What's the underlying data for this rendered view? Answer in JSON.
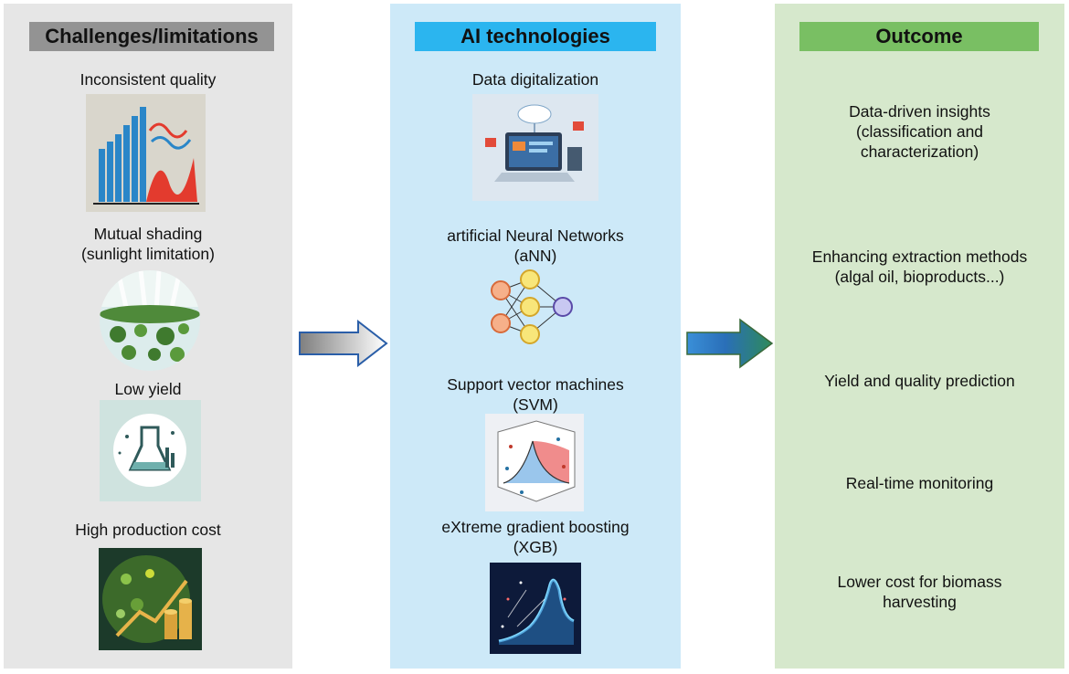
{
  "challenges": {
    "title": "Challenges/limitations",
    "items": [
      {
        "label": "Inconsistent quality"
      },
      {
        "label": "Mutual shading\n(sunlight limitation)"
      },
      {
        "label": "Low yield"
      },
      {
        "label": "High production cost"
      }
    ]
  },
  "ai": {
    "title": "AI technologies",
    "items": [
      {
        "label": "Data digitalization"
      },
      {
        "label": "artificial Neural Networks\n(aNN)"
      },
      {
        "label": "Support vector machines\n(SVM)"
      },
      {
        "label": "eXtreme gradient boosting\n(XGB)"
      }
    ]
  },
  "outcome": {
    "title": "Outcome",
    "items": [
      {
        "label": "Data-driven insights\n(classification and\ncharacterization)"
      },
      {
        "label": "Enhancing extraction methods\n(algal oil, bioproducts...)"
      },
      {
        "label": "Yield and quality prediction"
      },
      {
        "label": "Real-time monitoring"
      },
      {
        "label": "Lower cost for biomass\nharvesting"
      }
    ]
  },
  "colors": {
    "panel_left": "#e6e6e6",
    "panel_mid": "#cde9f8",
    "panel_right": "#d6e8cc",
    "header_left": "#939393",
    "header_mid": "#2bb5ef",
    "header_right": "#79bf63"
  },
  "icons": {
    "challenges": [
      "bar-chart-wave-icon",
      "algae-pond-icon",
      "flask-chart-icon",
      "cost-growth-icon"
    ],
    "ai": [
      "computer-cloud-icon",
      "neural-network-icon",
      "svm-plot-icon",
      "boosting-plot-icon"
    ]
  }
}
